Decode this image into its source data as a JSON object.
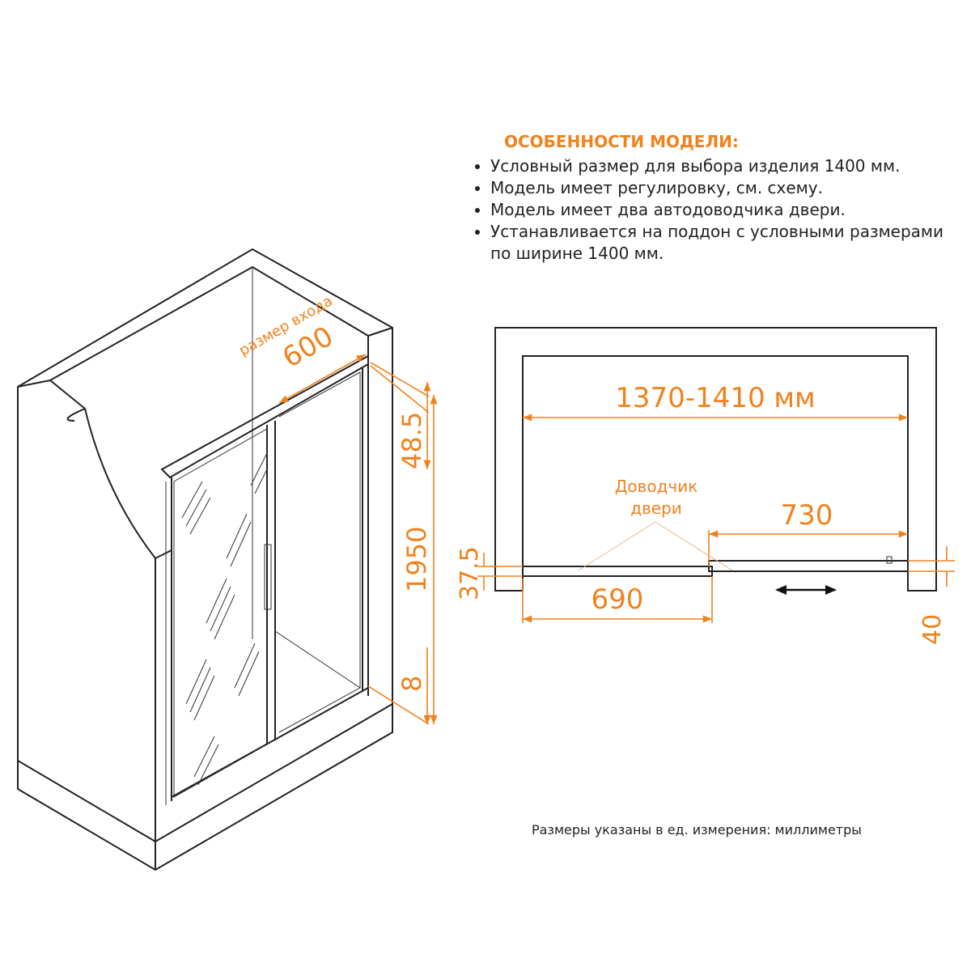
{
  "features": {
    "title": "ОСОБЕННОСТИ МОДЕЛИ:",
    "items": [
      "Условный размер для выбора изделия 1400 мм.",
      "Модель имеет регулировку, см. схему.",
      "Модель имеет два автодоводчика двери.",
      "Устанавливается на поддон с условными размерами по ширине 1400 мм."
    ]
  },
  "iso_view": {
    "entry_label": "размер входа",
    "entry_width": "600",
    "top_offset": "48.5",
    "height": "1950",
    "bottom_offset": "8"
  },
  "plan_view": {
    "width_range": "1370-1410 мм",
    "closer_label_line1": "Доводчик",
    "closer_label_line2": "двери",
    "door_width": "730",
    "fixed_width": "690",
    "left_depth": "37.5",
    "right_depth": "40"
  },
  "footnote": "Размеры указаны в ед. измерения: миллиметры",
  "colors": {
    "accent": "#f0821e",
    "line": "#222222"
  }
}
